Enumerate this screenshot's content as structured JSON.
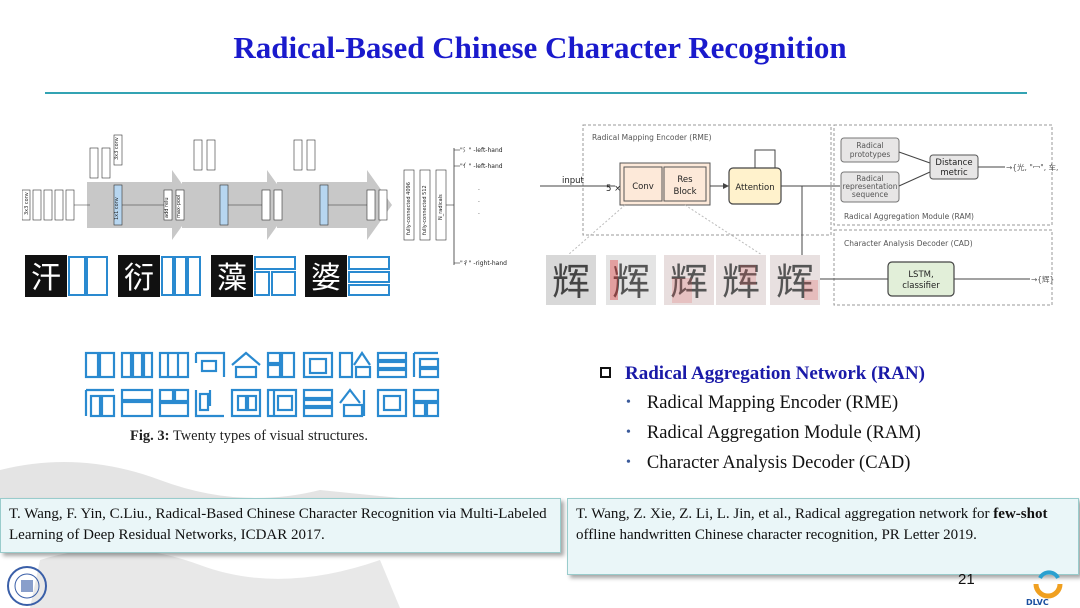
{
  "slide": {
    "title": "Radical-Based Chinese Character Recognition",
    "page_number": "21"
  },
  "left_figure": {
    "layer_labels": [
      "3x3 conv",
      "max-pool",
      "3x3 conv",
      "1x1 conv",
      "add relu",
      "max-pool",
      "fully-connected 4096",
      "fully-connected 512",
      "N_radicals"
    ],
    "outputs": [
      "\"氵\" -left-hand",
      "\"亻\" -left-hand",
      "\"彳\" -right-hand"
    ],
    "characters": [
      "汗",
      "衍",
      "藻",
      "婆"
    ],
    "caption_prefix": "Fig. 3:",
    "caption_text": "Twenty types of visual structures."
  },
  "right_figure": {
    "rme_label": "Radical Mapping Encoder (RME)",
    "input_label": "input",
    "repeat_label": "5 ×",
    "conv_label": "Conv",
    "res_label": "Res Block",
    "attention_label": "Attention",
    "radical_prototypes": "Radical prototypes",
    "radical_representation": "Radical representation sequence",
    "distance_metric": "Distance metric",
    "ram_label": "Radical Aggregation Module (RAM)",
    "ram_output": "→{光, \"冖\", 车, EOS}",
    "cad_label": "Character Analysis Decoder (CAD)",
    "lstm_label": "LSTM, classifier",
    "cad_output": "→{辉}",
    "sample_char": "辉"
  },
  "bullets": {
    "main": "Radical Aggregation Network (RAN)",
    "items": [
      "Radical Mapping Encoder (RME)",
      "Radical Aggregation Module (RAM)",
      "Character Analysis Decoder (CAD)"
    ]
  },
  "references": {
    "left": "T. Wang, F. Yin, C.Liu., Radical-Based Chinese Character Recognition via Multi-Labeled Learning of Deep Residual Networks, ICDAR 2017.",
    "right_pre": "T. Wang, Z. Xie, Z. Li, L. Jin, et al., Radical aggregation network for ",
    "right_bold": "few-shot",
    "right_post": " offline handwritten Chinese character recognition, PR Letter 2019."
  },
  "logos": {
    "right_text": "DLVC"
  },
  "colors": {
    "title": "#1a1acc",
    "rule": "#33a3b3",
    "ran": "#1a1aa8",
    "ref_bg": "#eaf6f8",
    "attention": "#fff2cc",
    "lstm": "#e2efd9"
  }
}
